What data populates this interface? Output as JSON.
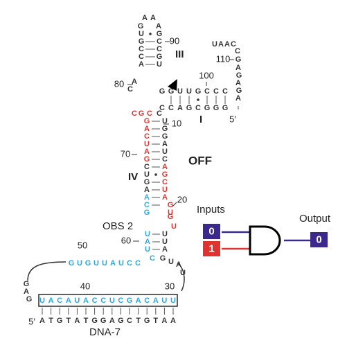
{
  "colors": {
    "black": "#333333",
    "red": "#e0322e",
    "blue": "#29a8df",
    "gate_purple": "#3b2a8c",
    "gate_red": "#e0322e"
  },
  "stem_labels": {
    "I": "I",
    "III": "III",
    "IV": "IV"
  },
  "state_label": "OFF",
  "obs_label": "OBS 2",
  "dna_label": "DNA-7",
  "prime_labels": {
    "p1": "5′",
    "p2": "5′"
  },
  "numbers": [
    "90",
    "110",
    "100",
    "80",
    "10",
    "70",
    "20",
    "60",
    "50",
    "40",
    "30"
  ],
  "gate": {
    "inputs_label": "Inputs",
    "output_label": "Output",
    "input_a": "0",
    "input_b": "1",
    "output": "0"
  },
  "sequences": {
    "loop3_top": [
      "A",
      "A"
    ],
    "stem3_left": [
      "G",
      "U",
      "G",
      "C",
      "C",
      "A"
    ],
    "stem3_right": [
      "A",
      "G",
      "C",
      "C",
      "G",
      "U"
    ],
    "bulge_80": [
      "A",
      "C"
    ],
    "stem1_top": [
      "G",
      "G",
      "U",
      "U",
      "G",
      "C",
      "C",
      "C"
    ],
    "stem1_bottom": [
      "C",
      "C",
      "A",
      "G",
      "C",
      "G",
      "G",
      "G"
    ],
    "loop1_top": [
      "U",
      "A",
      "A",
      "C"
    ],
    "loop1_right": [
      "A",
      "G",
      "A",
      "G",
      "A"
    ],
    "loop1_numcol": [
      "C",
      "G"
    ],
    "stem4_left": [
      "C",
      "G",
      "A",
      "C",
      "U",
      "A",
      "G",
      "C",
      "U",
      "G",
      "A",
      "A",
      "C",
      "G"
    ],
    "stem4_right": [
      "C",
      "U",
      "G",
      "G",
      "A",
      "U",
      "C",
      "A",
      "G",
      "C",
      "U",
      "A",
      "G",
      "U"
    ],
    "loop4_right": [
      "G",
      "U"
    ],
    "stem2_left": [
      "U",
      "A",
      "U"
    ],
    "stem2_right": [
      "U",
      "U",
      "A"
    ],
    "obs_strand": [
      "G",
      "U",
      "G",
      "U",
      "U",
      "A",
      "U",
      "C",
      "C"
    ],
    "junction_right": [
      "C",
      "G",
      "U",
      "A",
      "U"
    ],
    "left_bend": [
      "G",
      "A",
      "G"
    ],
    "rna_bottom": [
      "U",
      "A",
      "C",
      "A",
      "U",
      "A",
      "C",
      "C",
      "U",
      "C",
      "G",
      "A",
      "C",
      "A",
      "U",
      "U"
    ],
    "dna_bottom": [
      "A",
      "T",
      "G",
      "T",
      "A",
      "T",
      "G",
      "G",
      "A",
      "G",
      "C",
      "T",
      "G",
      "T",
      "A",
      "A"
    ]
  }
}
